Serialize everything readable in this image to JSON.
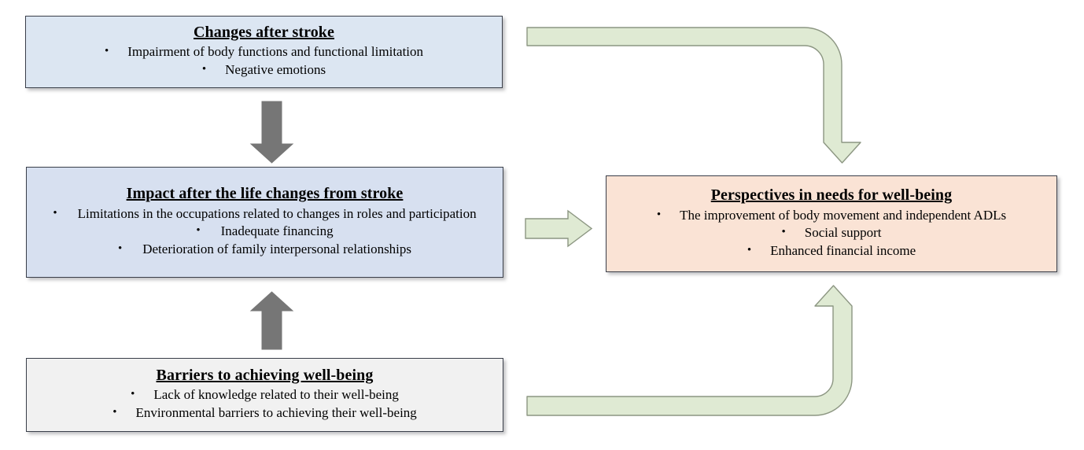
{
  "diagram": {
    "title": "Changes after stroke to perspectives in needs for well-being flow diagram",
    "colors": {
      "box_changes_fill": "#dce6f2",
      "box_impact_fill": "#d7e0f0",
      "box_barriers_fill": "#f1f1f1",
      "box_perspectives_fill": "#fae3d5",
      "box_border": "#3a3f4a",
      "green_arrow_fill": "#dfead3",
      "green_arrow_border": "#8c9682",
      "gray_arrow_fill": "#767676",
      "text": "#000000"
    },
    "boxes": [
      {
        "id": "changes",
        "title": "Changes after stroke",
        "bullets": [
          "Impairment of body functions and functional limitation",
          "Negative emotions"
        ]
      },
      {
        "id": "impact",
        "title": "Impact after the life changes from stroke",
        "bullets": [
          "Limitations in the occupations related to changes in roles and participation",
          "Inadequate financing",
          "Deterioration of family interpersonal relationships"
        ]
      },
      {
        "id": "barriers",
        "title": "Barriers to achieving well-being",
        "bullets": [
          "Lack of knowledge related to their well-being",
          "Environmental barriers to achieving their well-being"
        ]
      },
      {
        "id": "perspectives",
        "title": "Perspectives in needs for well-being",
        "bullets": [
          "The improvement of body movement and independent ADLs",
          "Social support",
          "Enhanced financial income"
        ]
      }
    ],
    "bullet_glyph": "•",
    "arrows": [
      {
        "id": "changes-to-impact",
        "name": "down-arrow-gray-changes-to-impact",
        "style": "solid-gray",
        "direction": "down",
        "from": "changes",
        "to": "impact"
      },
      {
        "id": "barriers-to-impact",
        "name": "up-arrow-gray-barriers-to-impact",
        "style": "solid-gray",
        "direction": "up",
        "from": "barriers",
        "to": "impact"
      },
      {
        "id": "impact-to-perspectives",
        "name": "right-arrow-green-impact-to-perspectives",
        "style": "outlined-green",
        "direction": "right",
        "from": "impact",
        "to": "perspectives"
      },
      {
        "id": "changes-to-perspectives",
        "name": "elbow-arrow-green-changes-to-perspectives",
        "style": "outlined-green",
        "direction": "right-then-down",
        "from": "changes",
        "to": "perspectives"
      },
      {
        "id": "barriers-to-perspectives",
        "name": "elbow-arrow-green-barriers-to-perspectives",
        "style": "outlined-green",
        "direction": "right-then-up",
        "from": "barriers",
        "to": "perspectives"
      }
    ]
  }
}
